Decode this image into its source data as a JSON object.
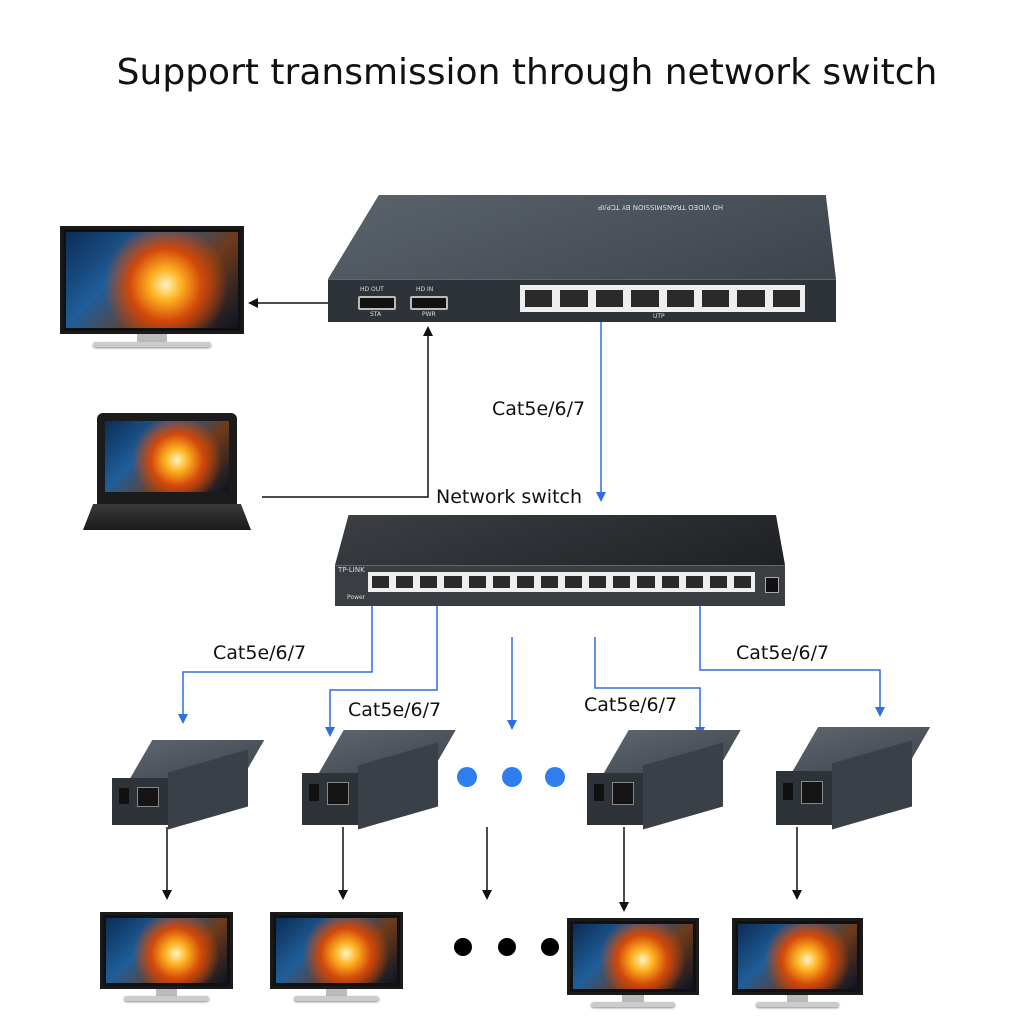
{
  "title": "Support transmission through network switch",
  "labels": {
    "cable_top": "Cat5e/6/7",
    "network_switch": "Network switch",
    "cable_1": "Cat5e/6/7",
    "cable_2": "Cat5e/6/7",
    "cable_3": "Cat5e/6/7",
    "cable_4": "Cat5e/6/7"
  },
  "transmitter": {
    "top_text": "HD VIDEO TRANSMISSION BY TCP/IP",
    "hd_out": "HD OUT",
    "hd_in": "HD IN",
    "sta": "STA",
    "pwr": "PWR",
    "utp": "UTP",
    "port_count": 8
  },
  "switch": {
    "brand": "TP-LINK",
    "power": "Power",
    "port_count": 16
  },
  "colors": {
    "cable": "#2f6fe0",
    "hdmi": "#111111",
    "dots_blue": "#2f7ef0",
    "dots_black": "#000000"
  }
}
